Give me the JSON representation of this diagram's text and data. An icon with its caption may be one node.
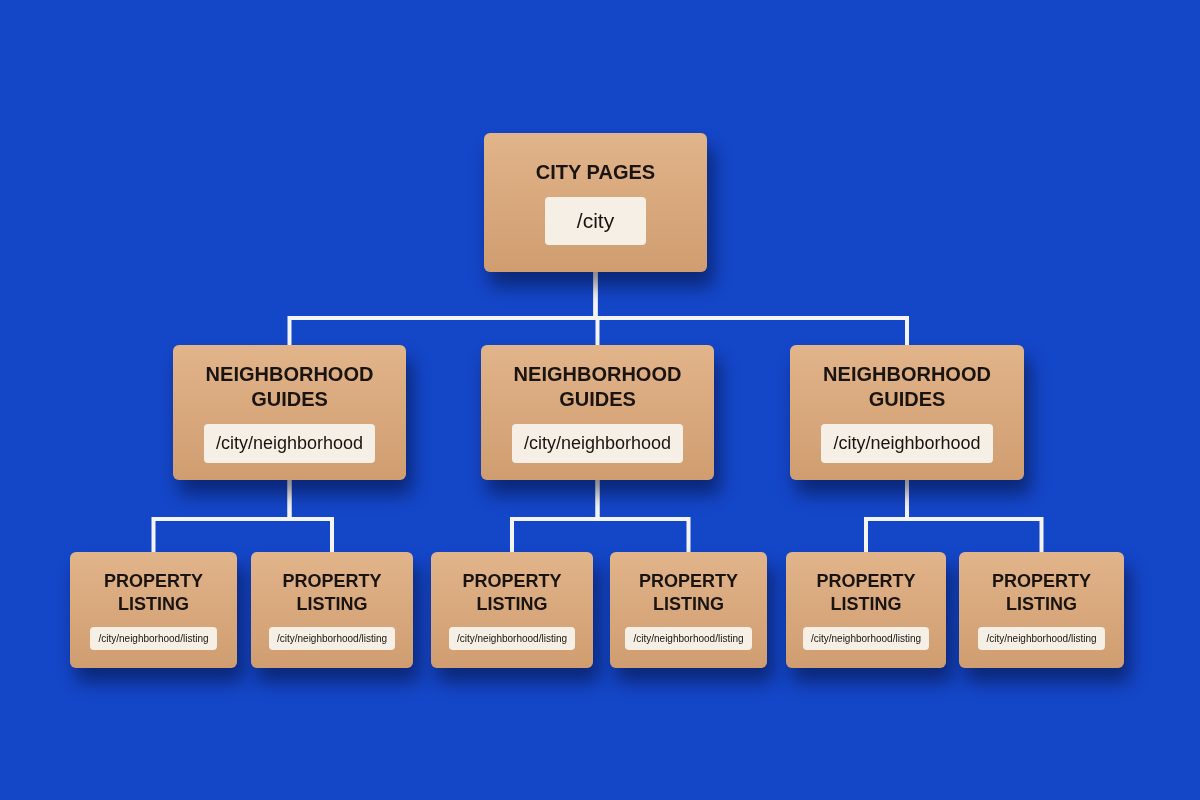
{
  "diagram": {
    "nodes": [
      {
        "text": [
          "CITY PAGES",
          "/city"
        ]
      },
      {
        "text": [
          "NEIGHBORHOOD GUIDES",
          "/city/neighborhood"
        ]
      },
      {
        "text": [
          "NEIGHBORHOOD GUIDES",
          "/city/neighborhood"
        ]
      },
      {
        "text": [
          "NEIGHBORHOOD GUIDES",
          "/city/neighborhood"
        ]
      },
      {
        "text": [
          "PROPERTY LISTING",
          "/city/neighborhood/listing"
        ]
      },
      {
        "text": [
          "PROPERTY LISTING",
          "/city/neighborhood/listing"
        ]
      },
      {
        "text": [
          "PROPERTY LISTING",
          "/city/neighborhood/listing"
        ]
      },
      {
        "text": [
          "PROPERTY LISTING",
          "/city/neighborhood/listing"
        ]
      },
      {
        "text": [
          "PROPERTY LISTING",
          "/city/neighborhood/listing"
        ]
      },
      {
        "text": [
          "PROPERTY LISTING",
          "/city/neighborhood/listing"
        ]
      }
    ],
    "edges": [
      {
        "from": 0,
        "to": 1,
        "arrow": "none"
      },
      {
        "from": 0,
        "to": 2,
        "arrow": "none"
      },
      {
        "from": 0,
        "to": 3,
        "arrow": "none"
      },
      {
        "from": 1,
        "to": 4,
        "arrow": "none"
      },
      {
        "from": 1,
        "to": 5,
        "arrow": "none"
      },
      {
        "from": 2,
        "to": 6,
        "arrow": "none"
      },
      {
        "from": 2,
        "to": 7,
        "arrow": "none"
      },
      {
        "from": 3,
        "to": 8,
        "arrow": "none"
      },
      {
        "from": 3,
        "to": 9,
        "arrow": "none"
      }
    ]
  }
}
